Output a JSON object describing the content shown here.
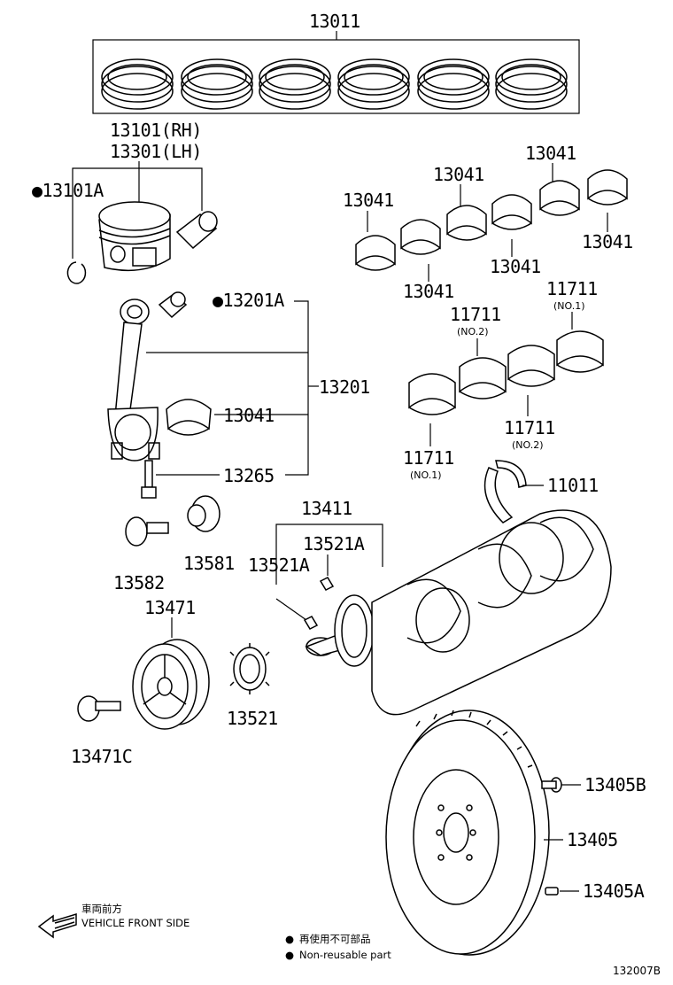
{
  "labels": {
    "p13011": "13011",
    "p13101rh": "13101(RH)",
    "p13301lh": "13301(LH)",
    "p13101a": "●13101A",
    "p13201a": "●13201A",
    "p13201": "13201",
    "p13041_rod": "13041",
    "p13265": "13265",
    "p13582": "13582",
    "p13581": "13581",
    "p13471": "13471",
    "p13471c": "13471C",
    "p13521": "13521",
    "p13411": "13411",
    "p13521a_a": "13521A",
    "p13521a_b": "13521A",
    "p13041_a": "13041",
    "p13041_b": "13041",
    "p13041_c": "13041",
    "p13041_d": "13041",
    "p13041_e": "13041",
    "p13041_f": "13041",
    "p11711_a": "11711",
    "p11711_a_sub": "(NO.1)",
    "p11711_b": "11711",
    "p11711_b_sub": "(NO.2)",
    "p11711_c": "11711",
    "p11711_c_sub": "(NO.2)",
    "p11711_d": "11711",
    "p11711_d_sub": "(NO.1)",
    "p11011": "11011",
    "p13405b": "13405B",
    "p13405": "13405",
    "p13405a": "13405A"
  },
  "legend": {
    "front_jp": "車両前方",
    "front_en": "VEHICLE FRONT SIDE",
    "nonreuse_jp": "再使用不可部品",
    "nonreuse_en": "Non-reusable part",
    "bullet": "●"
  },
  "diagram_code": "132007B"
}
